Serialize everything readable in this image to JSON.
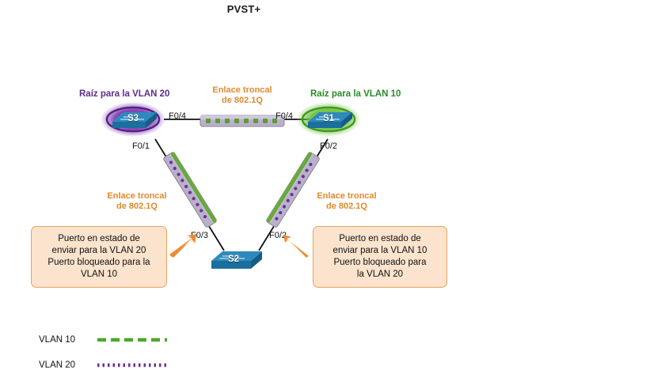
{
  "title": "PVST+",
  "labels": {
    "root_vlan20": "Raíz para la VLAN 20",
    "root_vlan10": "Raíz para la VLAN 10",
    "trunk_top": "Enlace troncal\nde 802.1Q",
    "trunk_top_line1": "Enlace troncal",
    "trunk_top_line2": "de 802.1Q",
    "trunk_left_line1": "Enlace troncal",
    "trunk_left_line2": "de 802.1Q",
    "trunk_right_line1": "Enlace troncal",
    "trunk_right_line2": "de 802.1Q"
  },
  "switches": [
    {
      "id": "s3",
      "name": "S3"
    },
    {
      "id": "s1",
      "name": "S1"
    },
    {
      "id": "s2",
      "name": "S2"
    }
  ],
  "ports": [
    {
      "id": "s3-f04",
      "label": "F0/4"
    },
    {
      "id": "s1-f04",
      "label": "F0/4"
    },
    {
      "id": "s3-f01",
      "label": "F0/1"
    },
    {
      "id": "s1-f02",
      "label": "F0/2"
    },
    {
      "id": "s2-f03",
      "label": "F0/3"
    },
    {
      "id": "s2-f02",
      "label": "F0/2"
    }
  ],
  "callouts": {
    "left": "Puerto en estado de enviar para la VLAN 20 Puerto bloqueado para la VLAN 10",
    "left_lines": [
      "Puerto en estado de",
      "enviar para la VLAN 20",
      "Puerto bloqueado para la",
      "VLAN 10"
    ],
    "right": "Puerto en estado de enviar para la VLAN 10 Puerto bloqueado para la VLAN 20",
    "right_lines": [
      "Puerto en estado de",
      "enviar para la VLAN 10",
      "Puerto bloqueado para",
      "la VLAN 20"
    ]
  },
  "legend": [
    {
      "id": "vlan10",
      "label": "VLAN 10",
      "color": "#4ea72e",
      "style": "dashed"
    },
    {
      "id": "vlan20",
      "label": "VLAN 20",
      "color": "#6b2f9e",
      "style": "dotted"
    }
  ],
  "colors": {
    "accent_orange": "#e08a2e",
    "callout_fill": "#fbe3cd",
    "callout_border": "#e6a35c",
    "vlan10_green": "#4ea72e",
    "vlan20_purple": "#6b2f9e",
    "switch_body": "#1f6f9c",
    "link_black": "#111111"
  }
}
